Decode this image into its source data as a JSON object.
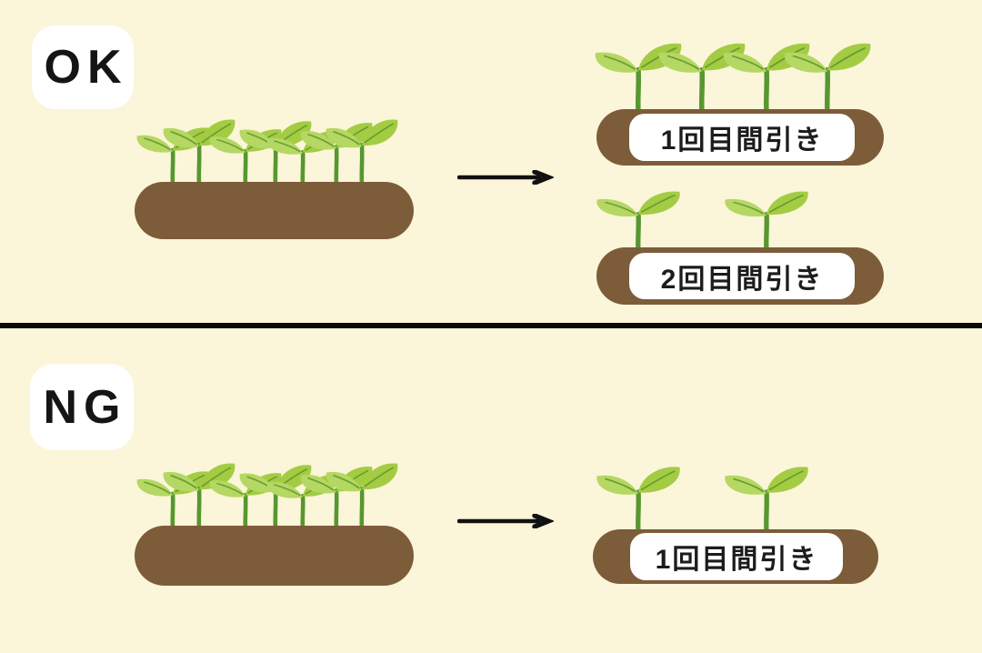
{
  "colors": {
    "background": "#FBF5D9",
    "soil": "#7D5C3A",
    "leaf_main": "#A3CC43",
    "leaf_light": "#B5D763",
    "stem": "#579730",
    "vein": "#699E2E",
    "ink": "#151515",
    "label_bg": "#FFFFFF"
  },
  "ok_section": {
    "badge": "OK",
    "source_bed": {
      "seedling_count": 7
    },
    "first_thinning": {
      "label": "1回目間引き",
      "seedling_count": 4
    },
    "second_thinning": {
      "label": "2回目間引き",
      "seedling_count": 2
    }
  },
  "ng_section": {
    "badge": "NG",
    "source_bed": {
      "seedling_count": 7
    },
    "first_thinning": {
      "label": "1回目間引き",
      "seedling_count": 2
    }
  }
}
